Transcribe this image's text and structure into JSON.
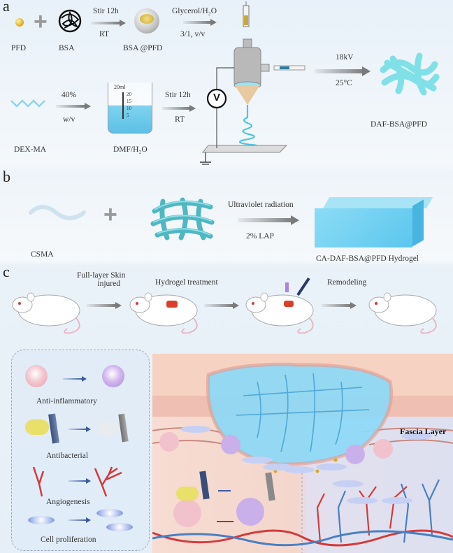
{
  "panel_a": {
    "letter": "a",
    "row1": {
      "pfd_label": "PFD",
      "bsa_label": "BSA",
      "step1_top": "Stir 12h",
      "step1_bottom": "RT",
      "bsa_pfd_label": "BSA @PFD",
      "step2_top": "Glycerol/H₂O",
      "step2_bottom": "3/1, v/v"
    },
    "row2": {
      "dexma_label": "DEX-MA",
      "step1_top": "40%",
      "step1_bottom": "w/v",
      "beaker_volume": "20ml",
      "beaker_ticks": [
        "20",
        "15",
        "10",
        "5"
      ],
      "dmf_label": "DMF/H₂O",
      "step2_top": "Stir 12h",
      "step2_bottom": "RT"
    },
    "electrospinning": {
      "voltmeter_symbol": "V",
      "voltage": "18kV",
      "temperature": "25°C",
      "product_label": "DAF-BSA@PFD"
    }
  },
  "panel_b": {
    "letter": "b",
    "csma_label": "CSMA",
    "step_top": "Ultraviolet radiation",
    "step_bottom": "2% LAP",
    "product_label": "CA-DAF-BSA@PFD  Hydrogel"
  },
  "panel_c": {
    "letter": "c",
    "steps": [
      {
        "label": "Full-layer Skin\ninjured",
        "line1": "Full-layer Skin",
        "line2": "injured"
      },
      {
        "label": "Hydrogel treatment"
      },
      {
        "label": "Remodeling"
      }
    ],
    "effects": [
      {
        "label": "Anti-inflammatory"
      },
      {
        "label": "Antibacterial"
      },
      {
        "label": "Angiogenesis"
      },
      {
        "label": "Cell proliferation"
      }
    ],
    "wound_label": "Fascia Layer"
  },
  "colors": {
    "hydrogel_blue": "#7fd3ee",
    "fiber_cyan": "#6fd6e0",
    "skin_pink": "#f4cdbf",
    "vessel_red": "#d43a3a",
    "vessel_blue": "#4a7fc0",
    "arrow_gray": "#7a7a7a"
  }
}
